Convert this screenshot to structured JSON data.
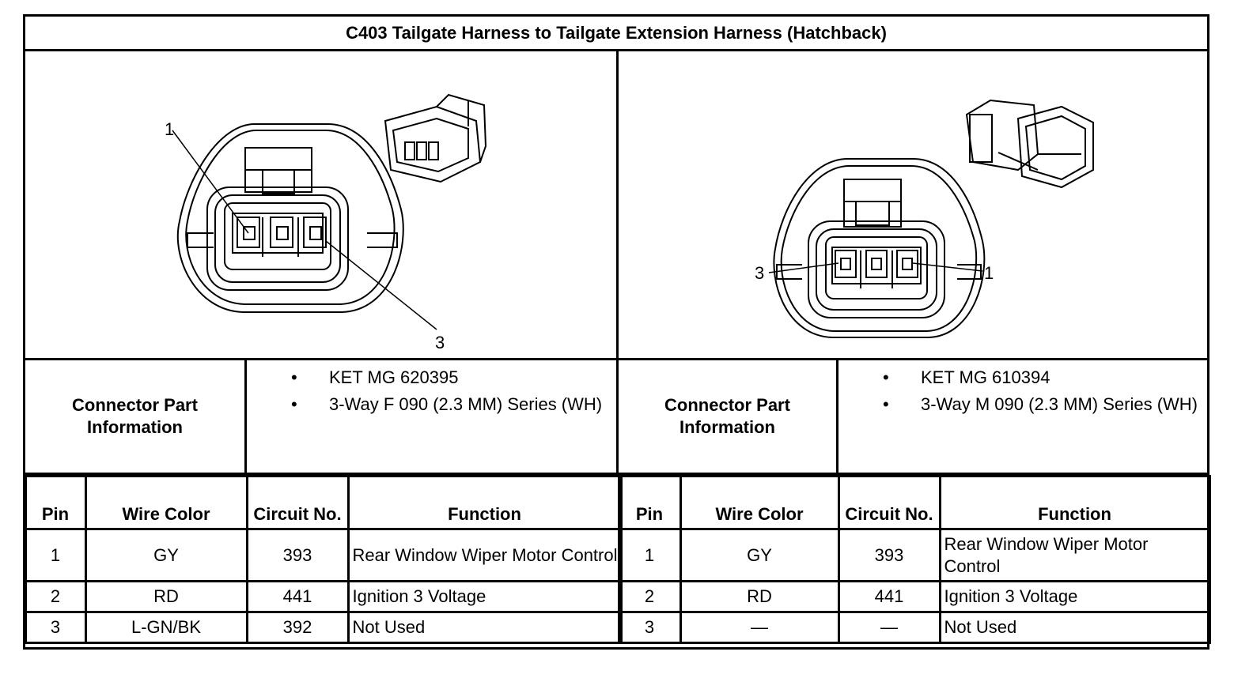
{
  "title": "C403 Tailgate Harness to Tailgate Extension Harness (Hatchback)",
  "left": {
    "callouts": [
      "1",
      "3"
    ],
    "info_label": "Connector Part Information",
    "info_items": [
      "KET MG 620395",
      "3-Way F 090 (2.3 MM) Series (WH)"
    ],
    "headers": {
      "pin": "Pin",
      "wire": "Wire Color",
      "circuit": "Circuit No.",
      "function": "Function"
    },
    "rows": [
      {
        "pin": "1",
        "wire": "GY",
        "circuit": "393",
        "function": "Rear Window Wiper Motor Control"
      },
      {
        "pin": "2",
        "wire": "RD",
        "circuit": "441",
        "function": "Ignition 3 Voltage"
      },
      {
        "pin": "3",
        "wire": "L-GN/BK",
        "circuit": "392",
        "function": "Not Used"
      }
    ]
  },
  "right": {
    "callouts": [
      "3",
      "1"
    ],
    "info_label": "Connector Part Information",
    "info_items": [
      "KET MG 610394",
      "3-Way M 090 (2.3 MM) Series (WH)"
    ],
    "headers": {
      "pin": "Pin",
      "wire": "Wire Color",
      "circuit": "Circuit No.",
      "function": "Function"
    },
    "rows": [
      {
        "pin": "1",
        "wire": "GY",
        "circuit": "393",
        "function": "Rear Window Wiper Motor Control"
      },
      {
        "pin": "2",
        "wire": "RD",
        "circuit": "441",
        "function": "Ignition 3 Voltage"
      },
      {
        "pin": "3",
        "wire": "—",
        "circuit": "—",
        "function": "Not Used"
      }
    ]
  }
}
